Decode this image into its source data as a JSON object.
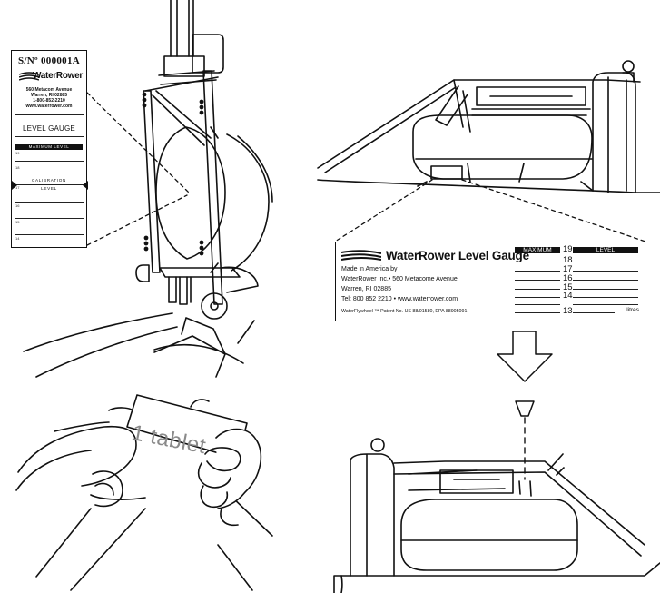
{
  "vertical_label": {
    "serial": "S/Nº 000001A",
    "brand": "WaterRower",
    "address_lines": [
      "560 Metacom Avenue",
      "Warren, RI 02885",
      "1-800-852-2210",
      "www.waterrower.com"
    ],
    "title": "LEVEL GAUGE",
    "maximum_text": "MAXIMUM LEVEL",
    "calibration_text": "CALIBRATION",
    "level_text": "LEVEL",
    "ticks": [
      "19",
      "18",
      "17",
      "16",
      "15",
      "14"
    ]
  },
  "gauge_label": {
    "title": "WaterRower Level Gauge",
    "lines": [
      "Made in America by",
      "WaterRower Inc.• 560 Metacome Avenue",
      "Warren, RI 02885",
      "Tel: 800 852 2210 • www.waterrower.com"
    ],
    "patent": "WaterFlywheel ™ Patent No. US 88/01580, EPA 88905091",
    "maximum_text": "MAXIMUM",
    "level_text": "LEVEL",
    "numbers": [
      "19",
      "18",
      "17",
      "16",
      "15",
      "14",
      "13"
    ],
    "unit": "litres"
  },
  "tablet_text": "1 tablet"
}
